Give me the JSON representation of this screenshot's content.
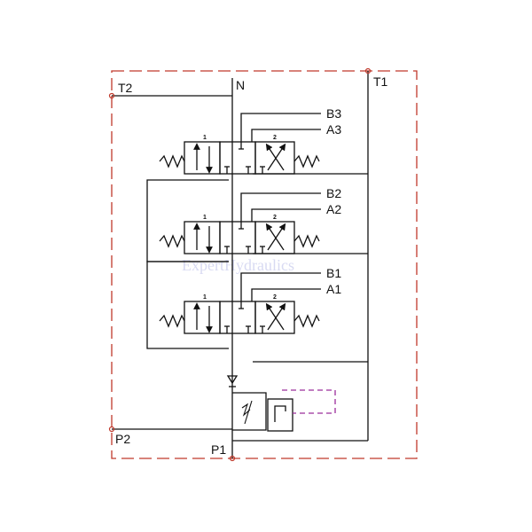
{
  "colors": {
    "line": "#111111",
    "boundary": "#c0392b",
    "pilot": "#9b2d9b",
    "watermark": "#b9bce8"
  },
  "ports": {
    "t2": "T2",
    "n": "N",
    "t1": "T1",
    "p2": "P2",
    "p1": "P1"
  },
  "sections": [
    {
      "b": "B3",
      "a": "A3",
      "pos_left": "1",
      "pos_right": "2"
    },
    {
      "b": "B2",
      "a": "A2",
      "pos_left": "1",
      "pos_right": "2"
    },
    {
      "b": "B1",
      "a": "A1",
      "pos_left": "1",
      "pos_right": "2"
    }
  ],
  "watermark": "ExpertHydraulics"
}
